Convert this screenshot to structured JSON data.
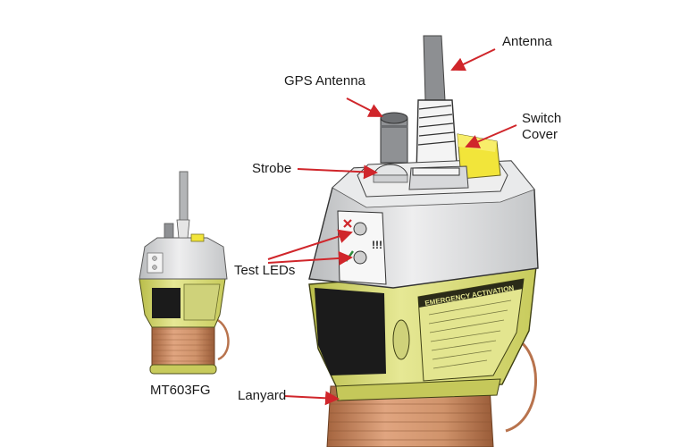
{
  "labels": {
    "antenna": "Antenna",
    "gps_antenna": "GPS Antenna",
    "switch_cover_line1": "Switch",
    "switch_cover_line2": "Cover",
    "strobe": "Strobe",
    "test_leds": "Test LEDs",
    "lanyard": "Lanyard",
    "model": "MT603FG"
  },
  "device_text": {
    "activation_banner": "EMERGENCY ACTIVATION"
  },
  "colors": {
    "arrow": "#d0262b",
    "body_yellow": "#d9dc7a",
    "body_yellow_dark": "#a9ad3e",
    "switch_cover": "#f2e53a",
    "housing_grey": "#d9dadb",
    "copper": "#c98a63",
    "black_panel": "#1b1b1b"
  },
  "icons": {
    "led_fail": "x-mark-icon",
    "led_pass": "check-mark-icon"
  }
}
